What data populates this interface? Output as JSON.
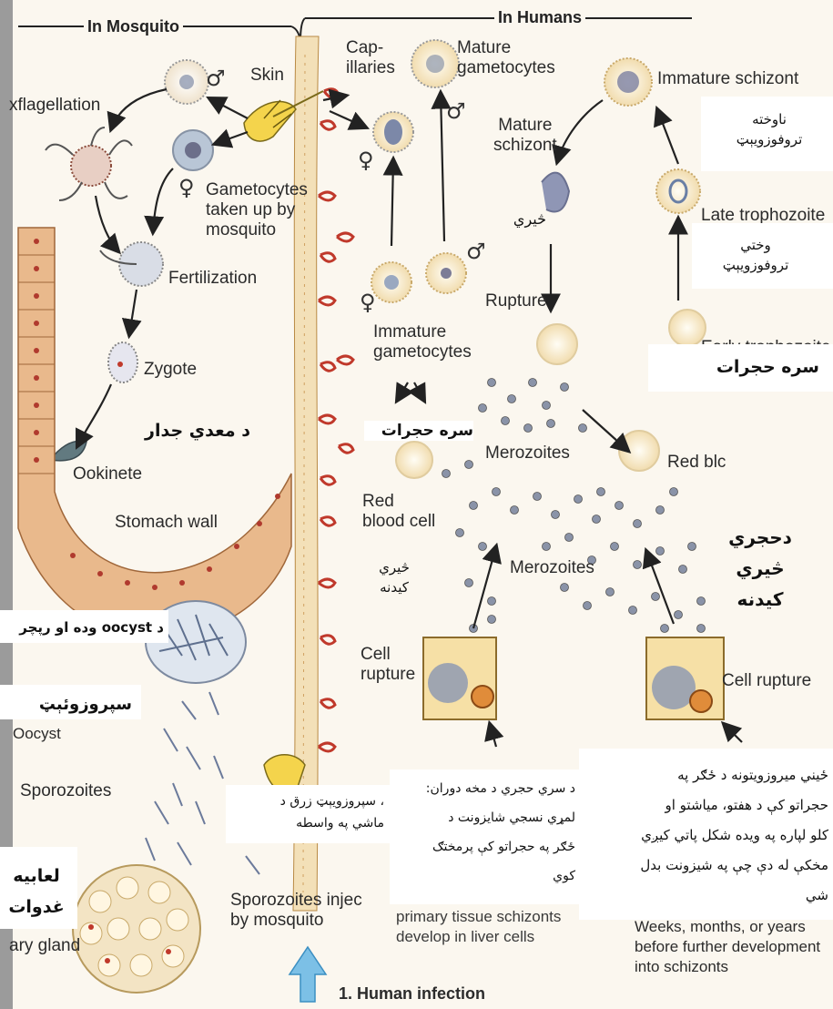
{
  "headers": {
    "mosquito": "In Mosquito",
    "humans": "In Humans"
  },
  "labels": {
    "skin": "Skin",
    "capillaries": "Cap-\nillaries",
    "mature_gametocytes": "Mature\ngametocytes",
    "immature_schizont": "Immature schizont",
    "mature_schizont": "Mature\nschizont",
    "late_trophozoite": "Late trophozoite",
    "early_trophozoite": "Early trophozoite",
    "rupture": "Rupture",
    "immature_gametocytes": "Immature\ngametocytes",
    "merozoites_top": "Merozoites",
    "merozoites_mid": "Merozoites",
    "red_blood_cell_left": "Red\nblood cell",
    "red_blood_cell_right": "Red blc",
    "cell_rupture_left": "Cell\nrupture",
    "cell_rupture_right": "Cell rupture",
    "exflagellation": "xflagellation",
    "gametocytes_taken_up": "Gametocytes\ntaken up by\nmosquito",
    "fertilization": "Fertilization",
    "zygote": "Zygote",
    "ookinete": "Ookinete",
    "stomach_wall": "Stomach wall",
    "oocyst": "Oocyst",
    "sporozoites": "Sporozoites",
    "salivary_gland": "ary gland",
    "sporozoites_injected": "Sporozoites injec\nby mosquito",
    "primary_tissue": "primary tissue schizonts\ndevelop in liver cells",
    "weeks_months": "Weeks, months, or years\nbefore further development\ninto schizonts",
    "human_infection": "1. Human infection"
  },
  "symbols": {
    "male": "♂",
    "female": "♀"
  },
  "pashto": {
    "immature_trophozoite": "ناوخته\nتروفوزویېټ",
    "early_trophozoite": "وختي\nتروفوزویېټ",
    "lysis_right": "سره حجرات",
    "lysis_mid": "سره حجرات",
    "blood_small": "څیري",
    "stomach_wall": "د معدي جدار",
    "oocyst_note": "د oocyst وده او رپچر",
    "sporozoites": "سپروزوئېټ",
    "salivary": "لعابیه\nغدوات",
    "inject_note": "، سپروزویېټ زرق د\nماشي په واسطه",
    "rbc_cell": "څیري\nکیدنه",
    "blood_cell_big": "دحجري\nڅیري\nکیدنه",
    "primary_note": "د سري حجري د مخه دوران:\nلمړي نسجي شایزونت د\nځګر په حجراتو کې پرمختګ\nکوي",
    "dormant_note": "ځیني میروزویتونه د ځګر په\nحجراتو کې د هفتو، میاشتو او\nکلو لپاره په ویده شکل پاتي کیږي\nمخکې له دې چې په شیزونت بدل\nشي"
  },
  "colors": {
    "background": "#fbf7ef",
    "skin_band": "#f3e0b8",
    "rbc_red": "#c0392b",
    "stomach": "#e9b98c",
    "arrow": "#2a2a2a",
    "accent_blue": "#3b8fc2"
  }
}
